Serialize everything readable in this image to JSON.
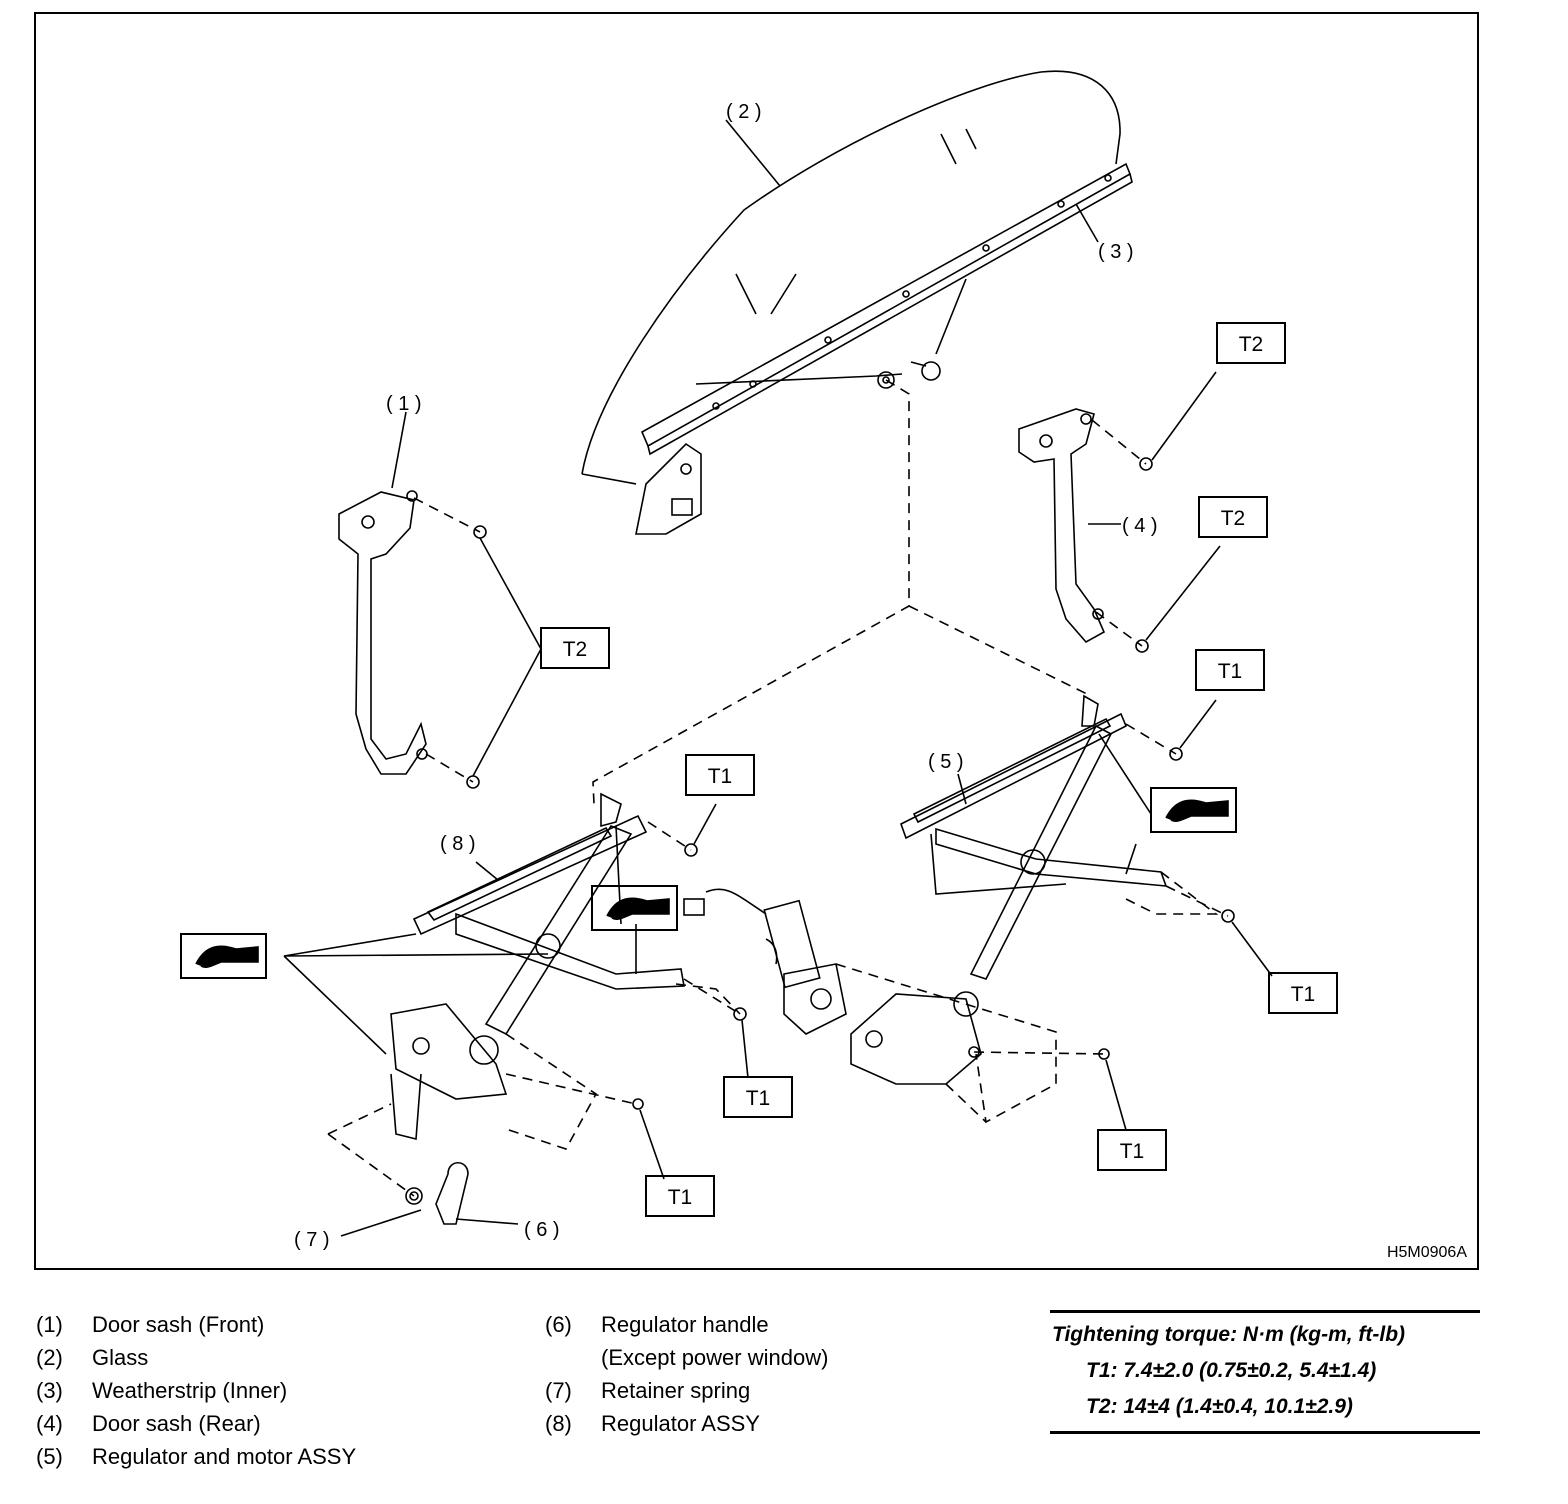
{
  "figure": {
    "code": "H5M0906A",
    "callouts": {
      "c1": "( 1 )",
      "c2": "( 2 )",
      "c3": "( 3 )",
      "c4": "( 4 )",
      "c5": "( 5 )",
      "c6": "( 6 )",
      "c7": "( 7 )",
      "c8": "( 8 )"
    },
    "torque_tags": {
      "t2_left": "T2",
      "t2_rear_top": "T2",
      "t2_rear_bottom": "T2",
      "t1_rear_top": "T1",
      "t1_front_top": "T1",
      "t1_rear_right": "T1",
      "t1_motor": "T1",
      "t1_rear_bottom": "T1",
      "t1_front_bottom": "T1"
    }
  },
  "legend_left": [
    {
      "num": "(1)",
      "desc": "Door sash (Front)"
    },
    {
      "num": "(2)",
      "desc": "Glass"
    },
    {
      "num": "(3)",
      "desc": "Weatherstrip (Inner)"
    },
    {
      "num": "(4)",
      "desc": "Door sash (Rear)"
    },
    {
      "num": "(5)",
      "desc": "Regulator and motor ASSY"
    }
  ],
  "legend_right": [
    {
      "num": "(6)",
      "desc": "Regulator handle"
    },
    {
      "num": "",
      "desc": "(Except power window)"
    },
    {
      "num": "(7)",
      "desc": "Retainer spring"
    },
    {
      "num": "(8)",
      "desc": "Regulator ASSY"
    }
  ],
  "torque": {
    "heading": "Tightening torque: N·m (kg-m, ft-lb)",
    "t1": "T1: 7.4±2.0 (0.75±0.2, 5.4±1.4)",
    "t2": "T2: 14±4 (1.4±0.4, 10.1±2.9)"
  }
}
